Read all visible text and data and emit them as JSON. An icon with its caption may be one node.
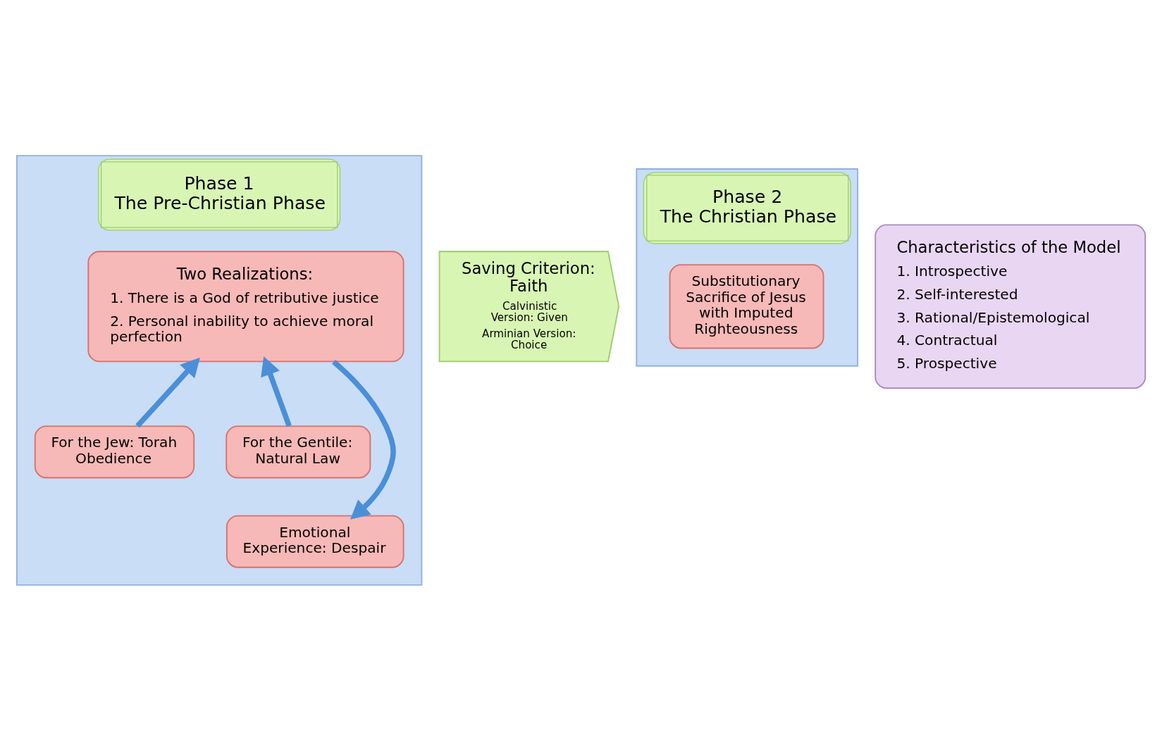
{
  "diagram": {
    "nodes": [
      {
        "text": [
          "Phase 1",
          "The Pre-Christian Phase"
        ]
      },
      {
        "text": [
          "Two Realizations:",
          "1. There is a God of retributive justice",
          "2. Personal inability to achieve moral perfection"
        ],
        "in": 0
      },
      {
        "text": [
          "For the Jew: Torah Obedience"
        ],
        "in": 0
      },
      {
        "text": [
          "For the Gentile: Natural Law"
        ],
        "in": 0
      },
      {
        "text": [
          "Emotional Experience: Despair"
        ],
        "in": 0
      },
      {
        "text": [
          "Saving Criterion: Faith",
          "Calvinistic Version: Given",
          "Arminian Version: Choice"
        ]
      },
      {
        "text": [
          "Phase 2",
          "The Christian Phase"
        ]
      },
      {
        "text": [
          "Substitutionary Sacrifice of Jesus with Imputed Righteousness"
        ],
        "in": 6
      },
      {
        "text": [
          "Characteristics of the Model",
          "1. Introspective",
          "2. Self-interested",
          "3. Rational/Epistemological",
          "4. Contractual",
          "5. Prospective"
        ]
      }
    ],
    "edges": [
      {
        "from": 2,
        "to": 1,
        "arrow": "to"
      },
      {
        "from": 3,
        "to": 1,
        "arrow": "to"
      },
      {
        "from": 1,
        "to": 4,
        "arrow": "to"
      }
    ]
  }
}
